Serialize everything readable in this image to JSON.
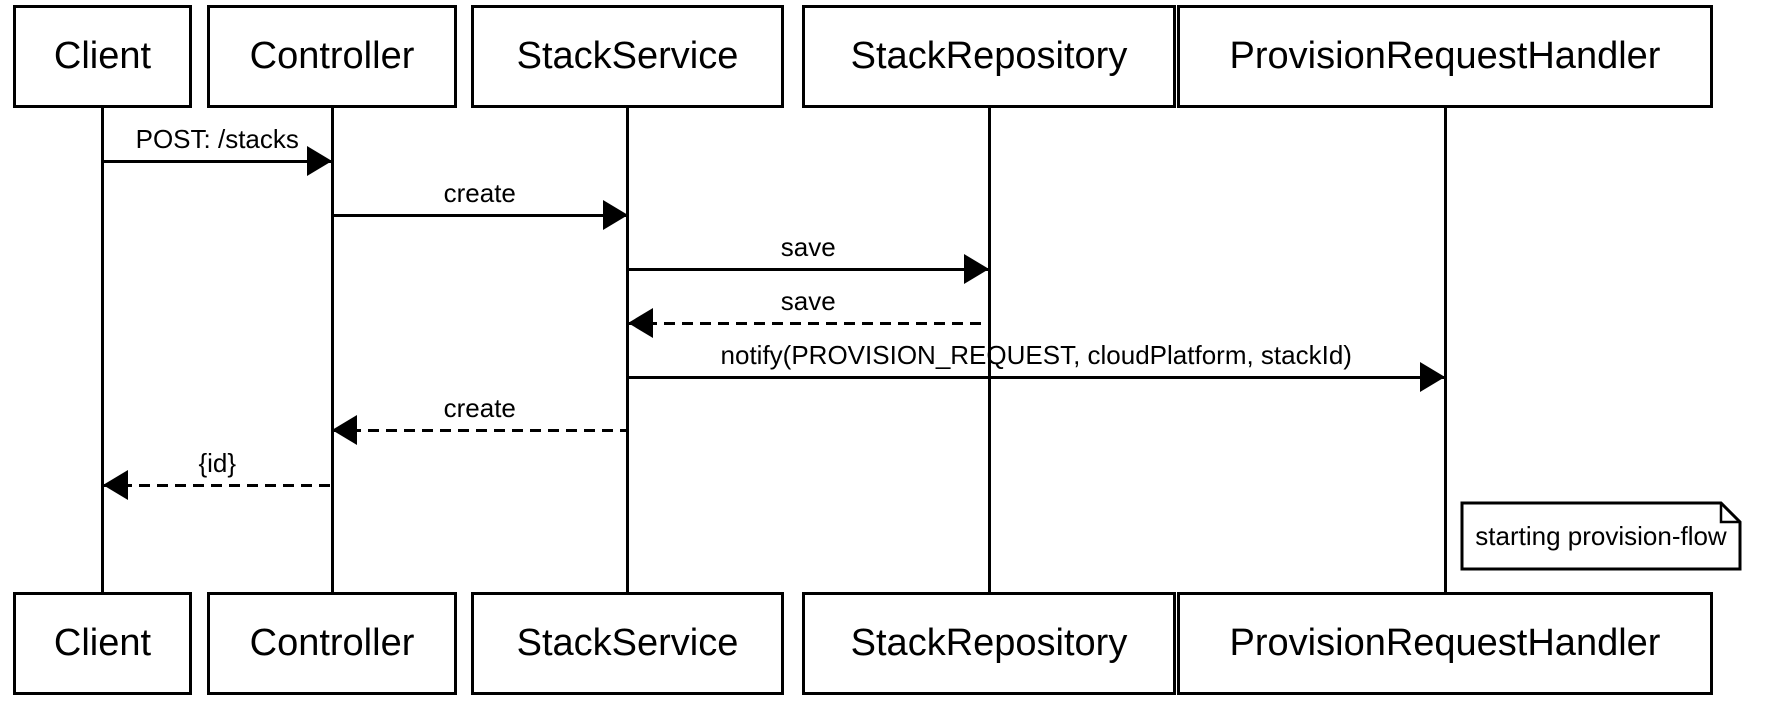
{
  "diagram": {
    "type": "uml-sequence-diagram",
    "participants": [
      {
        "name": "Client"
      },
      {
        "name": "Controller"
      },
      {
        "name": "StackService"
      },
      {
        "name": "StackRepository"
      },
      {
        "name": "ProvisionRequestHandler"
      }
    ],
    "messages": [
      {
        "from": "Client",
        "to": "Controller",
        "label": "POST: /stacks",
        "line": "solid"
      },
      {
        "from": "Controller",
        "to": "StackService",
        "label": "create",
        "line": "solid"
      },
      {
        "from": "StackService",
        "to": "StackRepository",
        "label": "save",
        "line": "solid"
      },
      {
        "from": "StackRepository",
        "to": "StackService",
        "label": "save",
        "line": "dashed"
      },
      {
        "from": "StackService",
        "to": "ProvisionRequestHandler",
        "label": "notify(PROVISION_REQUEST, cloudPlatform, stackId)",
        "line": "solid"
      },
      {
        "from": "StackService",
        "to": "Controller",
        "label": "create",
        "line": "dashed"
      },
      {
        "from": "Controller",
        "to": "Client",
        "label": "{id}",
        "line": "dashed"
      }
    ],
    "note": {
      "text": "starting provision-flow"
    },
    "colors": {
      "stroke": "#000000",
      "background": "#ffffff"
    }
  }
}
